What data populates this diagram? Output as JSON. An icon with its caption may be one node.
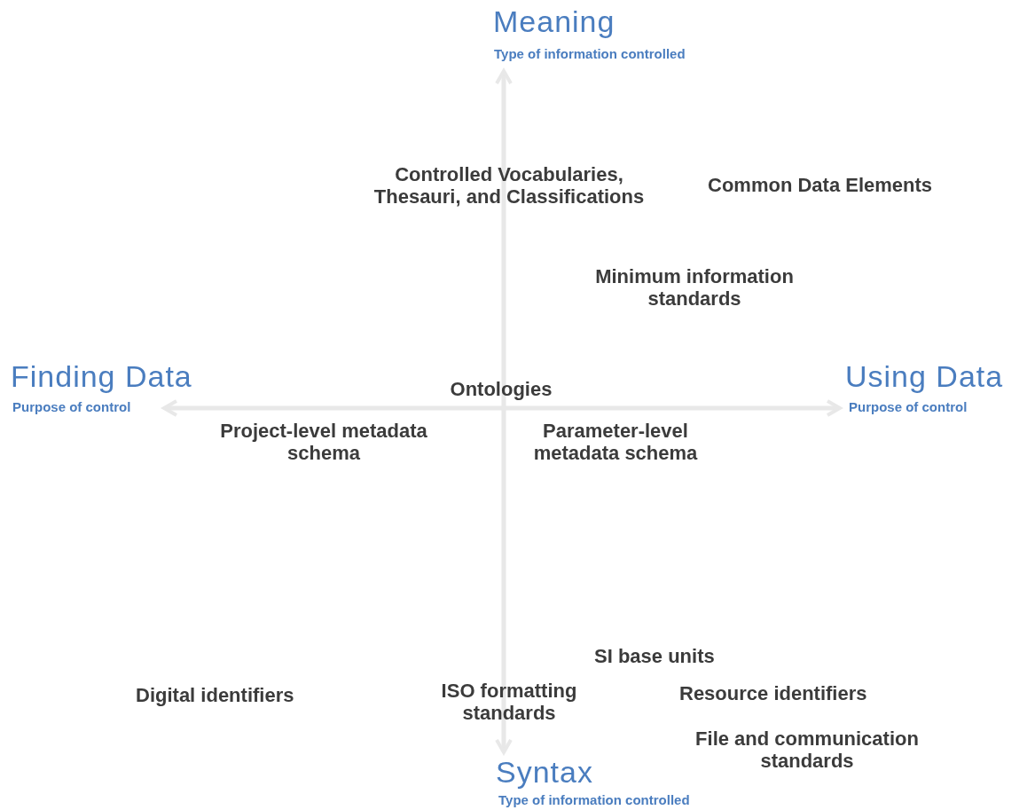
{
  "diagram": {
    "labels": [
      "Meaning",
      "Type of information controlled",
      "Controlled Vocabularies, Thesauri, and Classifications",
      "Common Data Elements",
      "Minimum information standards",
      "Finding Data",
      "Using Data",
      "Ontologies",
      "Purpose of control",
      "Purpose of control",
      "Project-level metadata schema",
      "Parameter-level metadata schema",
      "SI base units",
      "Digital identifiers",
      "ISO formatting standards",
      "Resource identifiers",
      "File and communication standards",
      "Syntax",
      "Type of information controlled"
    ]
  }
}
